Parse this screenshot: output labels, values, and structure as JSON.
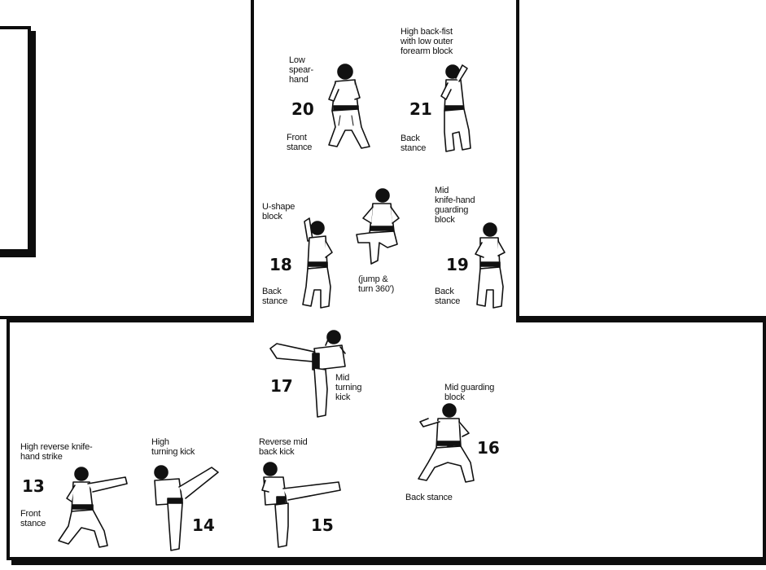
{
  "moves": [
    {
      "id": "13",
      "number": "13",
      "label": "High reverse knife-\nhand strike",
      "stance": "Front\nstance"
    },
    {
      "id": "14",
      "number": "14",
      "label": "High\nturning kick",
      "stance": ""
    },
    {
      "id": "15",
      "number": "15",
      "label": "Reverse mid\nback kick",
      "stance": ""
    },
    {
      "id": "16",
      "number": "16",
      "label": "Mid guarding\nblock",
      "stance": "Back stance"
    },
    {
      "id": "17",
      "number": "17",
      "label": "Mid\nturning\nkick",
      "stance": ""
    },
    {
      "id": "18",
      "number": "18",
      "label": "U-shape\nblock",
      "stance": "Back\nstance"
    },
    {
      "id": "19",
      "number": "19",
      "label": "Mid\nknife-hand\nguarding\nblock",
      "stance": "Back\nstance"
    },
    {
      "id": "20",
      "number": "20",
      "label": "Low\nspear-\nhand",
      "stance": "Front\nstance"
    },
    {
      "id": "21",
      "number": "21",
      "label": "High back-fist\nwith low outer\nforearm block",
      "stance": "Back\nstance"
    }
  ],
  "jump_note": "(jump &\nturn 360')"
}
